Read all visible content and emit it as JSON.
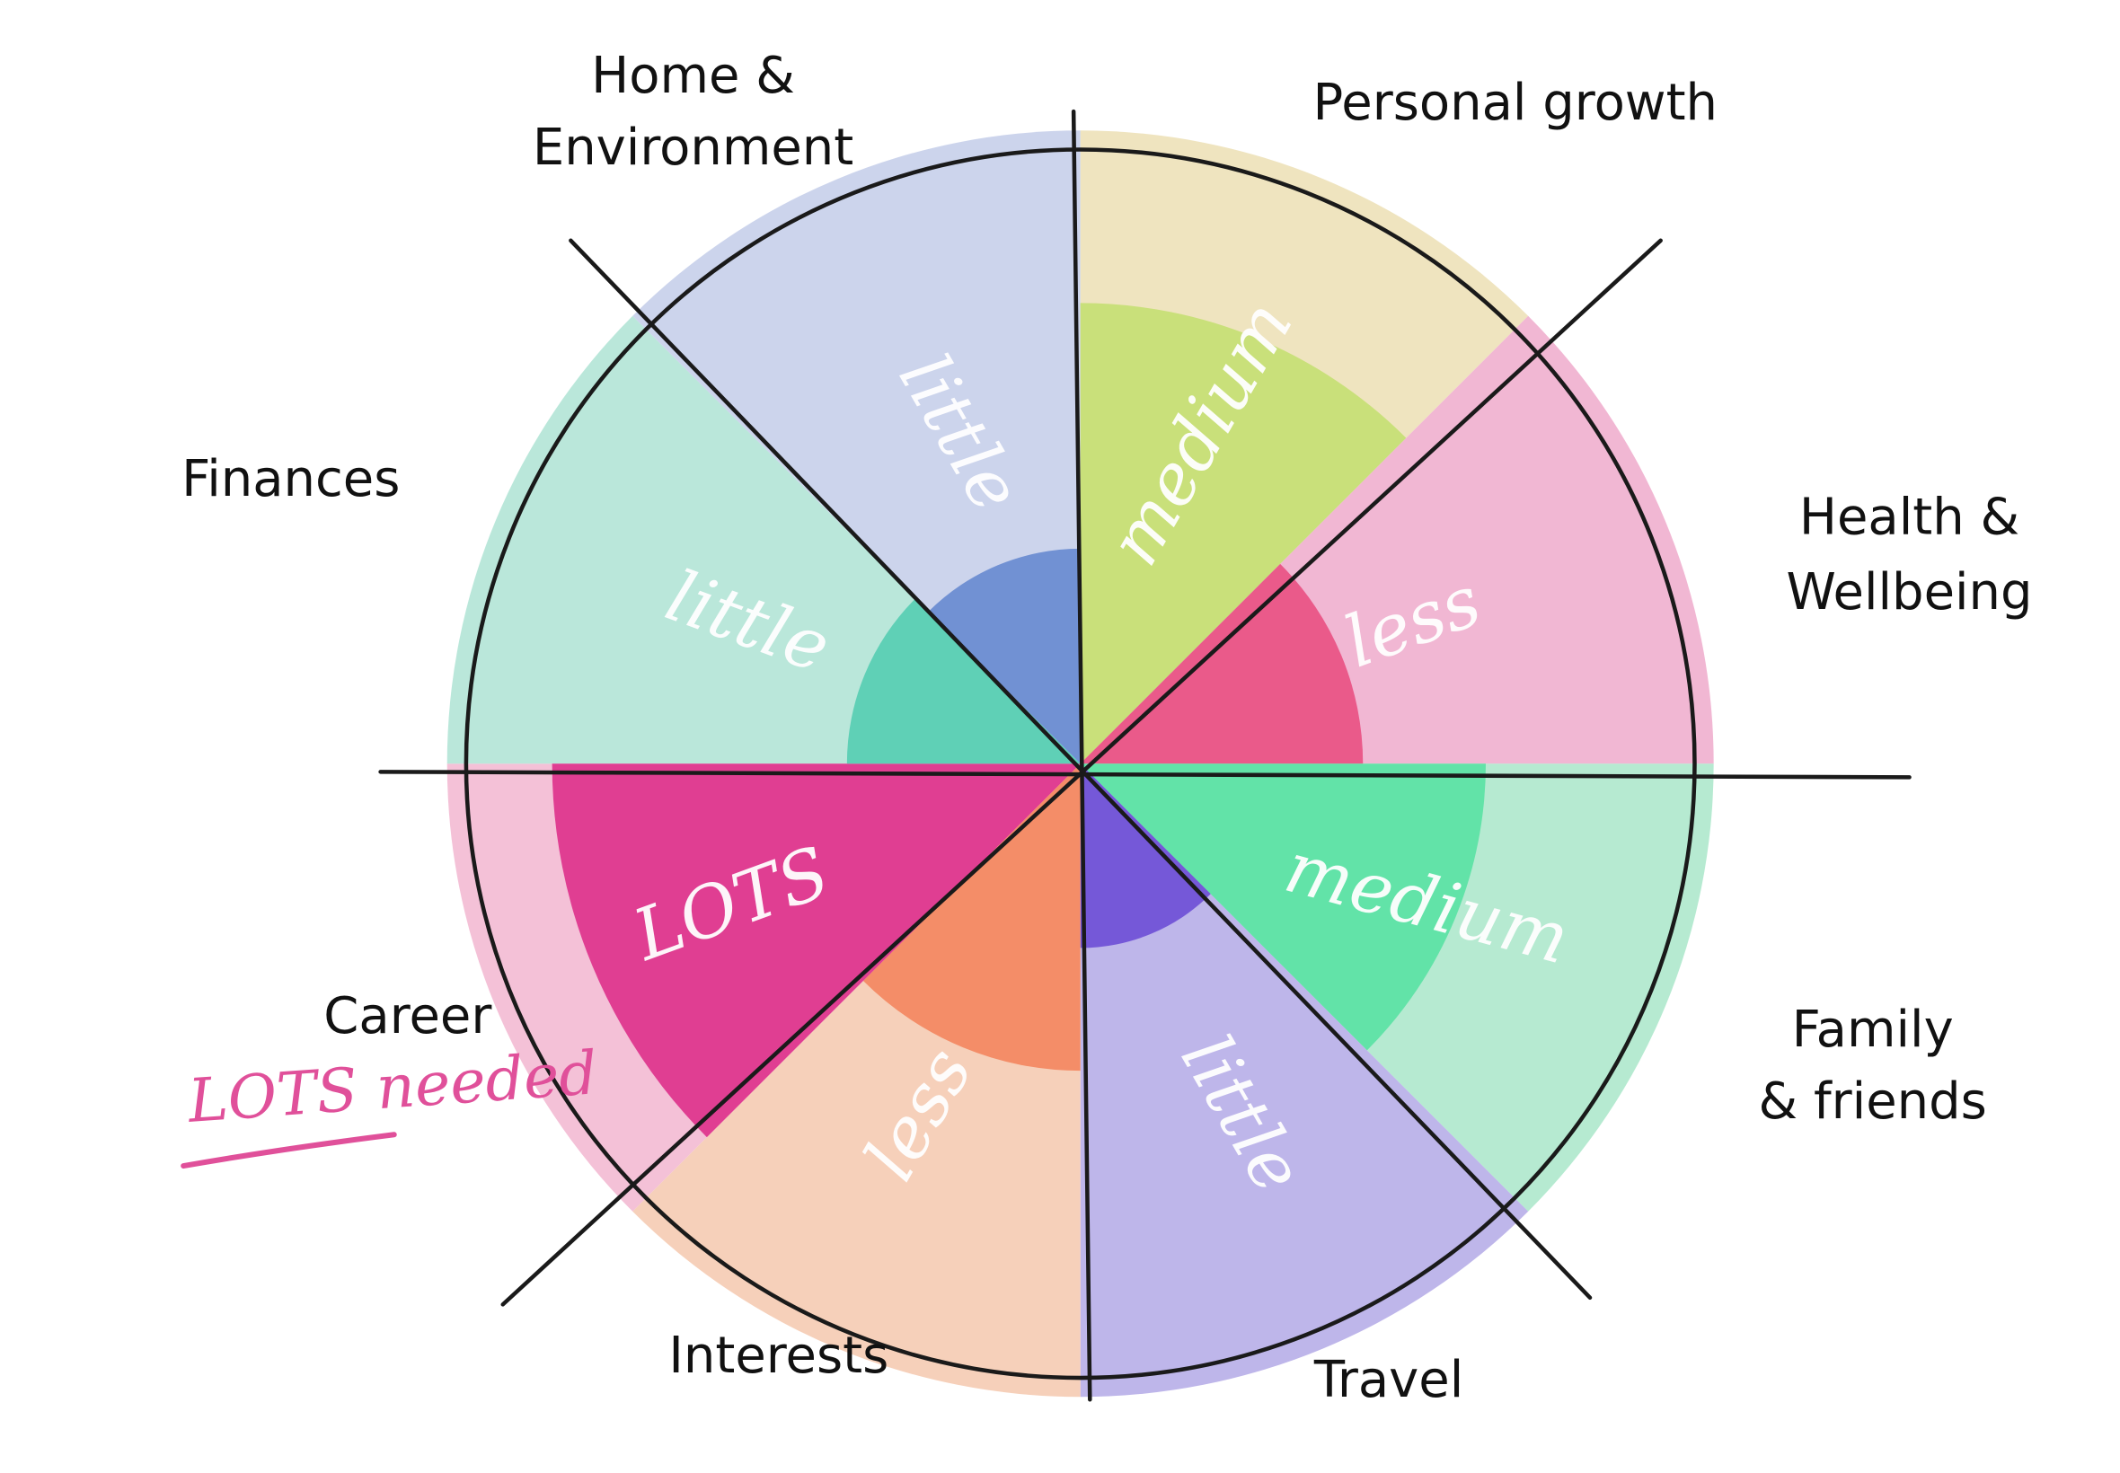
{
  "segments": [
    {
      "category": [
        "Personal growth"
      ],
      "level": "medium",
      "value": 0.75,
      "bg": "#ecdfb4",
      "fill": "#c9e07a"
    },
    {
      "category": [
        "Health &",
        "Wellbeing"
      ],
      "level": "less",
      "value": 0.46,
      "bg": "#eeaacb",
      "fill": "#ea5a8a"
    },
    {
      "category": [
        "Family",
        "& friends"
      ],
      "level": "medium",
      "value": 0.66,
      "bg": "#a9e6c9",
      "fill": "#62e3a8"
    },
    {
      "category": [
        "Travel"
      ],
      "level": "little",
      "value": 0.3,
      "bg": "#b3a9e6",
      "fill": "#7558d8"
    },
    {
      "category": [
        "Interests"
      ],
      "level": "less",
      "value": 0.5,
      "bg": "#f5c8ae",
      "fill": "#f48d68"
    },
    {
      "category": [
        "Career"
      ],
      "level": "LOTS",
      "value": 0.86,
      "bg": "#f2b6d0",
      "fill": "#e03e92"
    },
    {
      "category": [
        "Finances"
      ],
      "level": "little",
      "value": 0.38,
      "bg": "#aee3d3",
      "fill": "#5fd0b6"
    },
    {
      "category": [
        "Home &",
        "Environment"
      ],
      "level": "little",
      "value": 0.35,
      "bg": "#c3cde9",
      "fill": "#7191d3"
    }
  ],
  "annotation": {
    "text": "LOTS needed",
    "color": "#e0509a"
  }
}
